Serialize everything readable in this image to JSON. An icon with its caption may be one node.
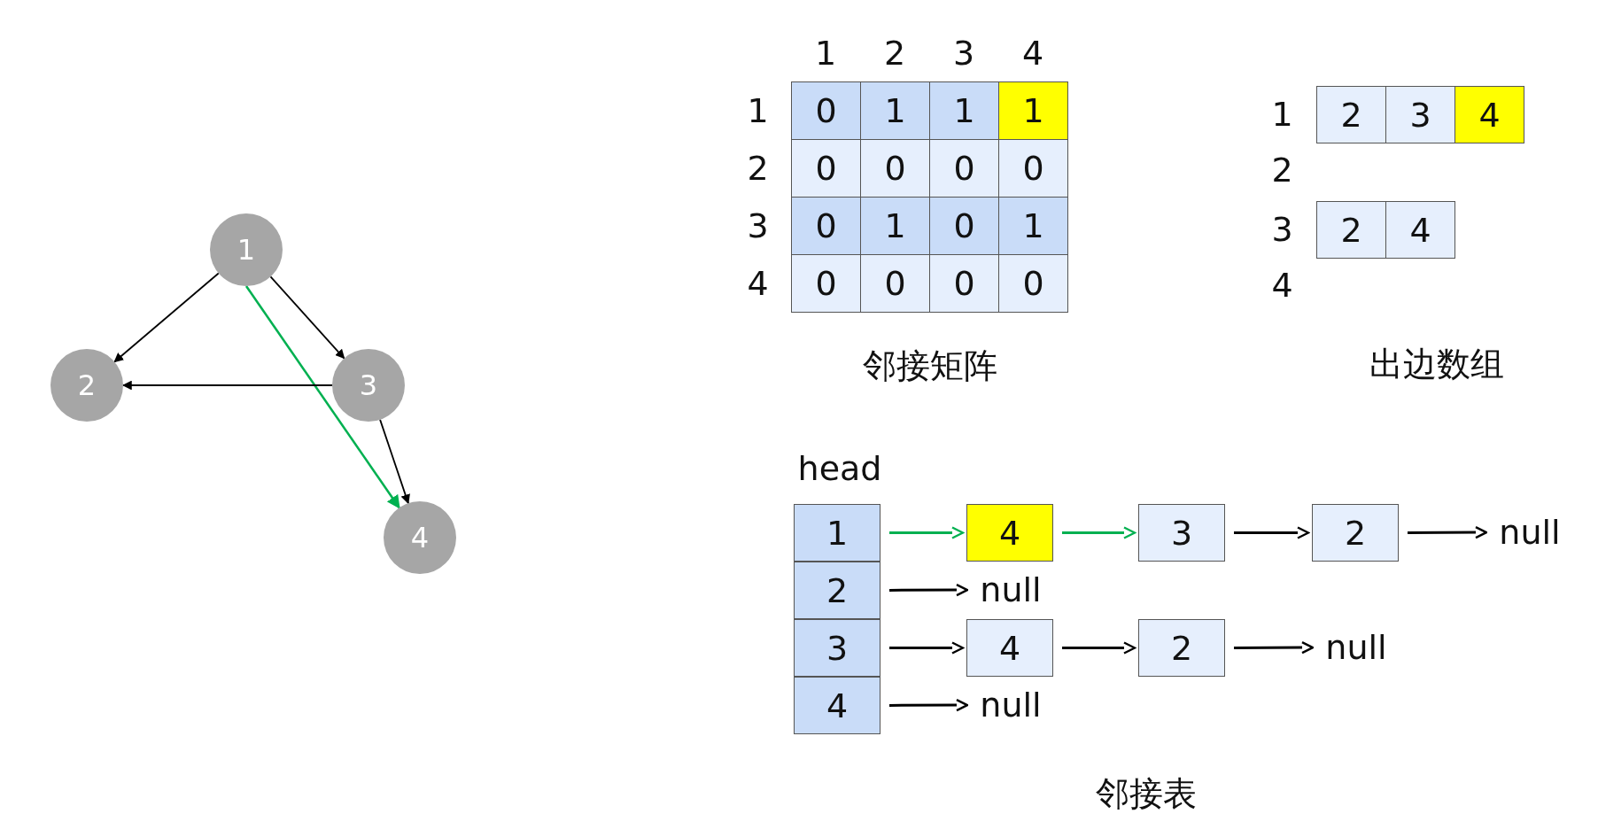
{
  "diagram": {
    "nodes": [
      {
        "text": [
          "1"
        ]
      },
      {
        "text": [
          "2"
        ]
      },
      {
        "text": [
          "3"
        ]
      },
      {
        "text": [
          "4"
        ]
      },
      {
        "text": [
          "1"
        ]
      },
      {
        "text": [
          "2"
        ]
      },
      {
        "text": [
          "3"
        ]
      },
      {
        "text": [
          "4"
        ]
      },
      {
        "text": [
          "4"
        ]
      },
      {
        "text": [
          "3"
        ]
      },
      {
        "text": [
          "2"
        ]
      },
      {
        "text": [
          "null"
        ]
      },
      {
        "text": [
          "null"
        ]
      },
      {
        "text": [
          "4"
        ]
      },
      {
        "text": [
          "2"
        ]
      },
      {
        "text": [
          "null"
        ]
      },
      {
        "text": [
          "null"
        ]
      }
    ],
    "edges": [
      {
        "from": 0,
        "to": 1,
        "arrow": "to"
      },
      {
        "from": 0,
        "to": 2,
        "arrow": "to"
      },
      {
        "from": 0,
        "to": 3,
        "arrow": "to",
        "color": "#00b050"
      },
      {
        "from": 2,
        "to": 1,
        "arrow": "to"
      },
      {
        "from": 2,
        "to": 3,
        "arrow": "to"
      },
      {
        "from": 4,
        "to": 8,
        "arrow": "to",
        "color": "#00b050"
      },
      {
        "from": 8,
        "to": 9,
        "arrow": "to",
        "color": "#00b050"
      },
      {
        "from": 9,
        "to": 10,
        "arrow": "to"
      },
      {
        "from": 10,
        "to": 11,
        "arrow": "to"
      },
      {
        "from": 5,
        "to": 12,
        "arrow": "to"
      },
      {
        "from": 6,
        "to": 13,
        "arrow": "to"
      },
      {
        "from": 13,
        "to": 14,
        "arrow": "to"
      },
      {
        "from": 14,
        "to": 15,
        "arrow": "to"
      },
      {
        "from": 7,
        "to": 16,
        "arrow": "to"
      }
    ],
    "labels": [
      "1",
      "2",
      "3",
      "4",
      "1",
      "0",
      "1",
      "1",
      "1",
      "2",
      "0",
      "0",
      "0",
      "0",
      "3",
      "0",
      "1",
      "0",
      "1",
      "4",
      "0",
      "0",
      "0",
      "0",
      "邻接矩阵",
      "1",
      "2",
      "3",
      "4",
      "2",
      "3",
      "2",
      "4",
      "4",
      "出边数组",
      "head",
      "邻接表"
    ]
  }
}
